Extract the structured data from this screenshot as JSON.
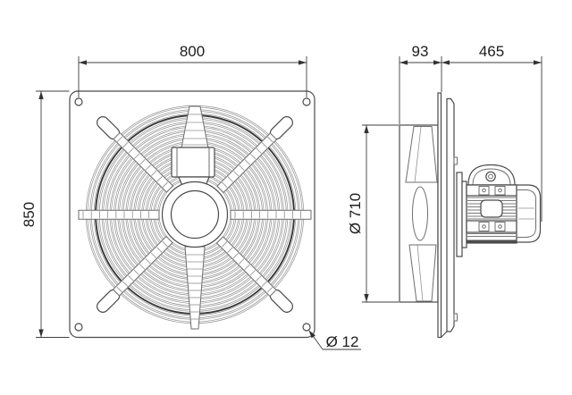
{
  "drawing": {
    "type": "technical-dimension-drawing",
    "subject": "plate-mounted axial fan, front and side view",
    "units_shown": "mm (implied)",
    "line_color": "#4a4a4a",
    "text_color": "#1d1d1d"
  },
  "dimensions": {
    "hole_pitch_width": "800",
    "plate_height": "850",
    "inlet_depth": "93",
    "installed_depth": "465",
    "impeller_diameter": "Ø 710",
    "mounting_hole_diameter": "Ø 12"
  }
}
